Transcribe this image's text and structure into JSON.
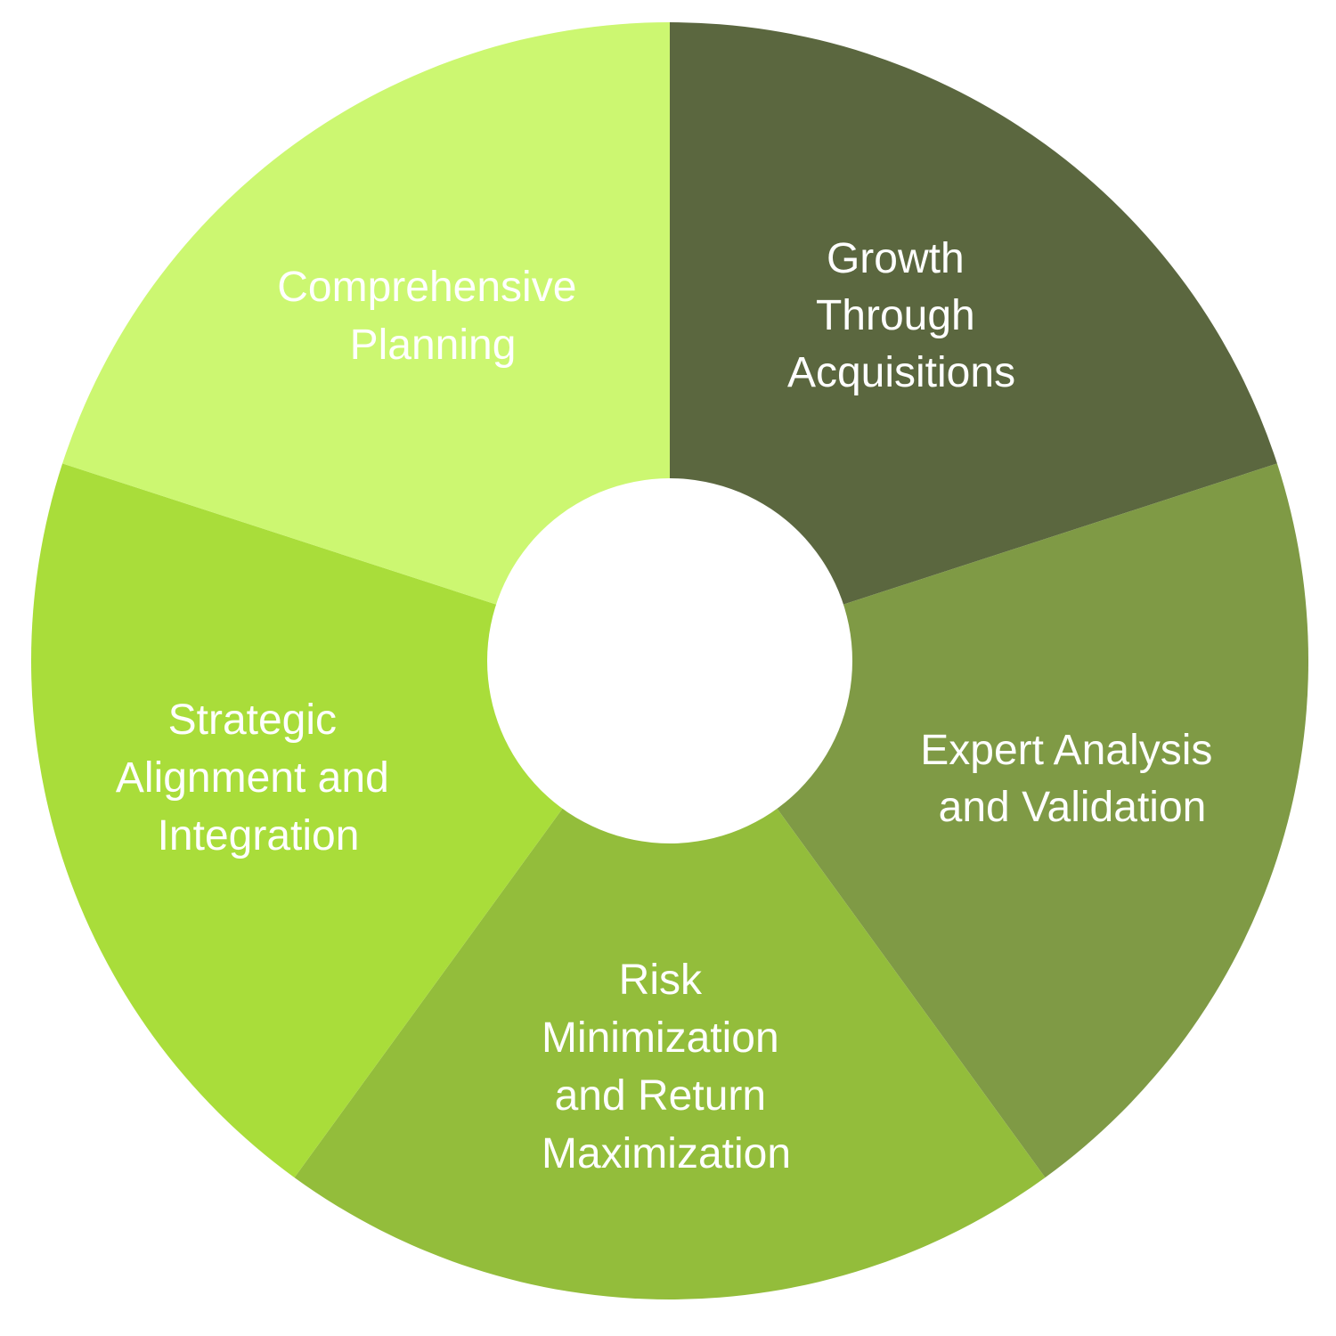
{
  "segments": [
    {
      "key": "growth",
      "lines": [
        "Growth",
        "Through",
        "Acquisitions"
      ],
      "color": "#5B673F"
    },
    {
      "key": "expert",
      "lines": [
        "Expert Analysis",
        "and Validation"
      ],
      "color": "#7F9A45"
    },
    {
      "key": "risk",
      "lines": [
        "Risk",
        "Minimization",
        "and Return",
        "Maximization"
      ],
      "color": "#93BD3B"
    },
    {
      "key": "strategic",
      "lines": [
        "Strategic",
        "Alignment and",
        "Integration"
      ],
      "color": "#A9DD3A"
    },
    {
      "key": "comprehensive",
      "lines": [
        "Comprehensive",
        "Planning"
      ],
      "color": "#CCF771"
    }
  ],
  "center_color": "#FFFFFF"
}
